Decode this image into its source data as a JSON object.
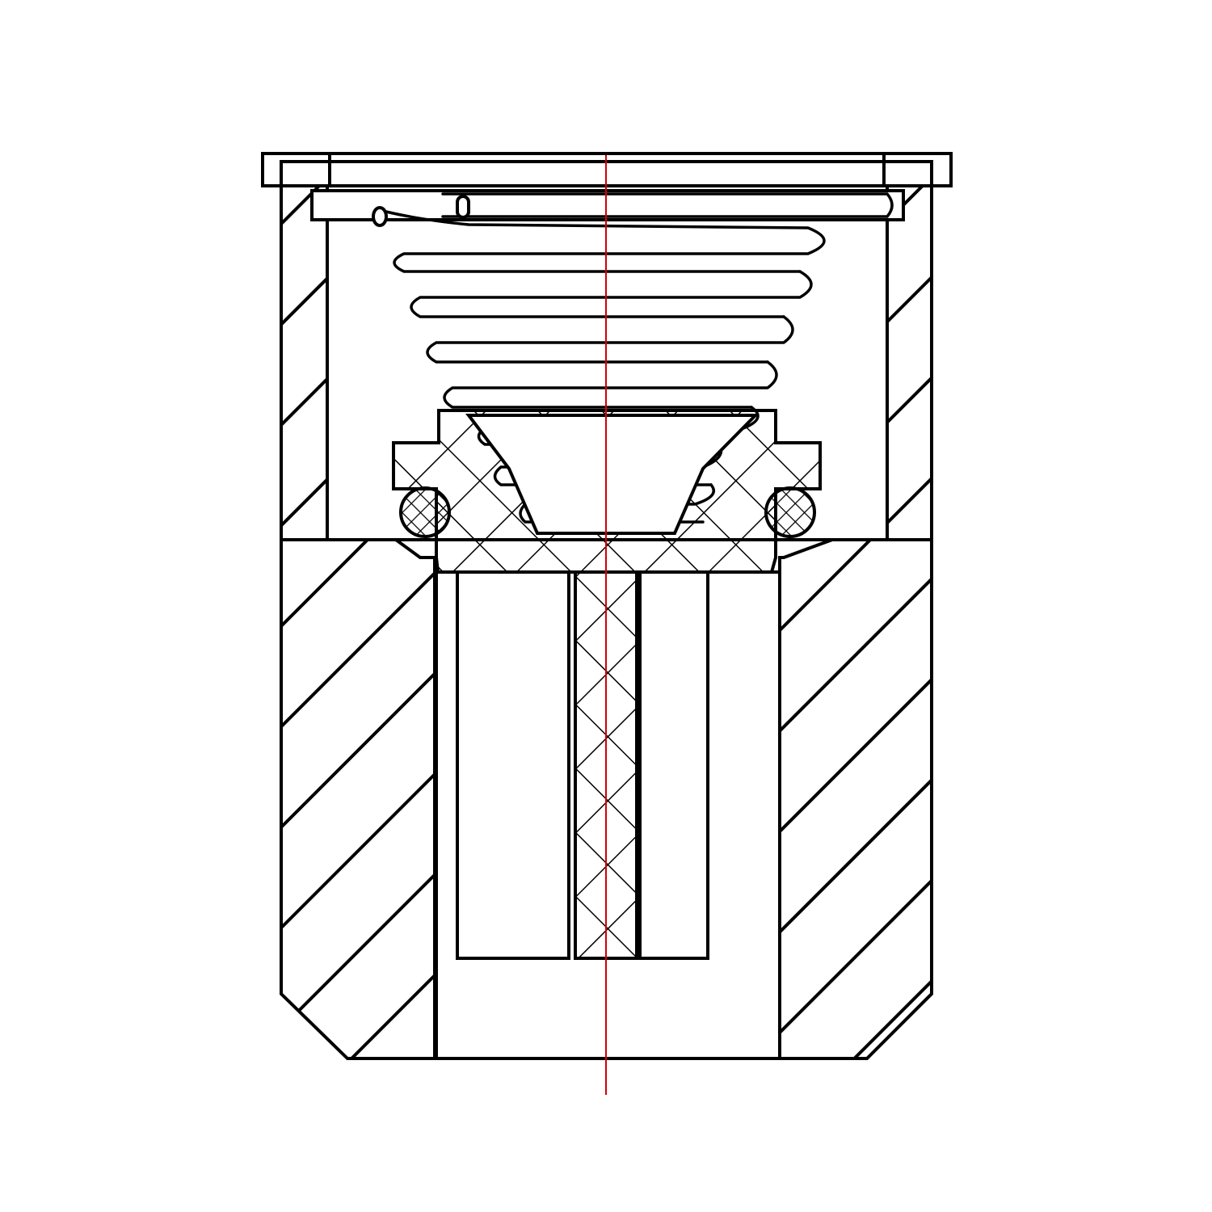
{
  "diagram": {
    "view": "cross-section",
    "parts": [
      {
        "name": "housing",
        "fill": "diagonal-hatch"
      },
      {
        "name": "top-cap"
      },
      {
        "name": "retaining-ring"
      },
      {
        "name": "compression-spring",
        "visible_turns": 10
      },
      {
        "name": "seal-body",
        "fill": "cross-hatch"
      },
      {
        "name": "o-ring-left",
        "fill": "cross-hatch"
      },
      {
        "name": "o-ring-right",
        "fill": "cross-hatch"
      },
      {
        "name": "u-insert"
      },
      {
        "name": "center-pin",
        "fill": "cross-hatch"
      }
    ],
    "colors": {
      "outline": "#000000",
      "background": "#ffffff",
      "center_axis": "#d40000"
    }
  }
}
